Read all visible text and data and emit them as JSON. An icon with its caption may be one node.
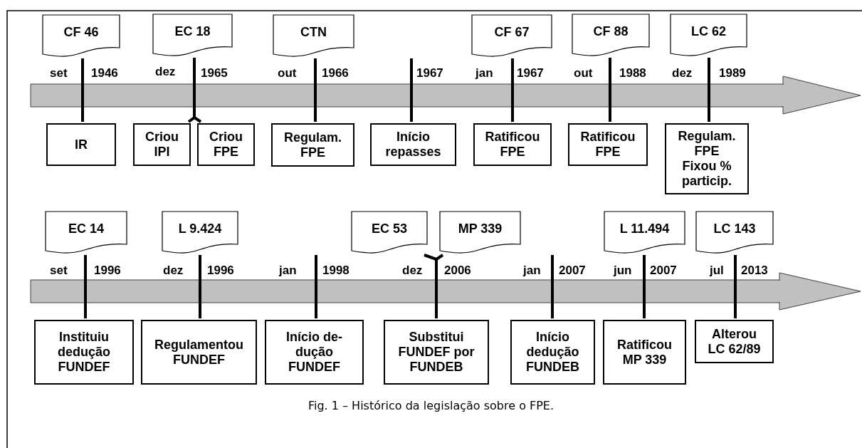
{
  "diagram": {
    "caption": "Fig. 1 – Histórico da legislação sobre o FPE.",
    "nodes": [
      {
        "text": [
          "CF 46"
        ]
      },
      {
        "text": [
          "EC 18"
        ]
      },
      {
        "text": [
          "CTN"
        ]
      },
      {
        "text": [
          "CF 67"
        ]
      },
      {
        "text": [
          "CF 88"
        ]
      },
      {
        "text": [
          "LC 62"
        ]
      },
      {
        "text": [
          "IR"
        ]
      },
      {
        "text": [
          "Criou IPI"
        ]
      },
      {
        "text": [
          "Criou FPE"
        ]
      },
      {
        "text": [
          "Regulam. FPE"
        ]
      },
      {
        "text": [
          "Início repasses"
        ]
      },
      {
        "text": [
          "Ratificou FPE"
        ]
      },
      {
        "text": [
          "Ratificou FPE"
        ]
      },
      {
        "text": [
          "Regulam. FPE Fixou % particip."
        ]
      },
      {
        "text": [
          "EC 14"
        ]
      },
      {
        "text": [
          "L 9.424"
        ]
      },
      {
        "text": [
          "EC 53"
        ]
      },
      {
        "text": [
          "MP 339"
        ]
      },
      {
        "text": [
          "L 11.494"
        ]
      },
      {
        "text": [
          "LC 143"
        ]
      },
      {
        "text": [
          "Instituiu dedução FUNDEF"
        ]
      },
      {
        "text": [
          "Regulamentou FUNDEF"
        ]
      },
      {
        "text": [
          "Início de- dução FUNDEF"
        ]
      },
      {
        "text": [
          "Substitui FUNDEF por FUNDEB"
        ]
      },
      {
        "text": [
          "Início dedução FUNDEB"
        ]
      },
      {
        "text": [
          "Ratificou MP 339"
        ]
      },
      {
        "text": [
          "Alterou LC 62/89"
        ]
      }
    ],
    "edges": [
      {
        "from": 0,
        "to": 6,
        "arrow": "none"
      },
      {
        "from": 1,
        "to": 7,
        "arrow": "none"
      },
      {
        "from": 1,
        "to": 8,
        "arrow": "none"
      },
      {
        "from": 2,
        "to": 9,
        "arrow": "none"
      },
      {
        "from": null,
        "to": 10,
        "arrow": "none"
      },
      {
        "from": 3,
        "to": 11,
        "arrow": "none"
      },
      {
        "from": 4,
        "to": 12,
        "arrow": "none"
      },
      {
        "from": 5,
        "to": 13,
        "arrow": "none"
      },
      {
        "from": 14,
        "to": 20,
        "arrow": "none"
      },
      {
        "from": 15,
        "to": 21,
        "arrow": "none"
      },
      {
        "from": null,
        "to": 22,
        "arrow": "none"
      },
      {
        "from": 16,
        "to": 23,
        "arrow": "none"
      },
      {
        "from": 17,
        "to": 23,
        "arrow": "none"
      },
      {
        "from": null,
        "to": 24,
        "arrow": "none"
      },
      {
        "from": 18,
        "to": 25,
        "arrow": "none"
      },
      {
        "from": 19,
        "to": 26,
        "arrow": "none"
      }
    ],
    "labels": [
      "set",
      "1946",
      "dez",
      "1965",
      "out",
      "1966",
      "1967",
      "jan",
      "1967",
      "out",
      "1988",
      "dez",
      "1989",
      "set",
      "1996",
      "dez",
      "1996",
      "jan",
      "1998",
      "dez",
      "2006",
      "jan",
      "2007",
      "jun",
      "2007",
      "jul",
      "2013"
    ]
  }
}
